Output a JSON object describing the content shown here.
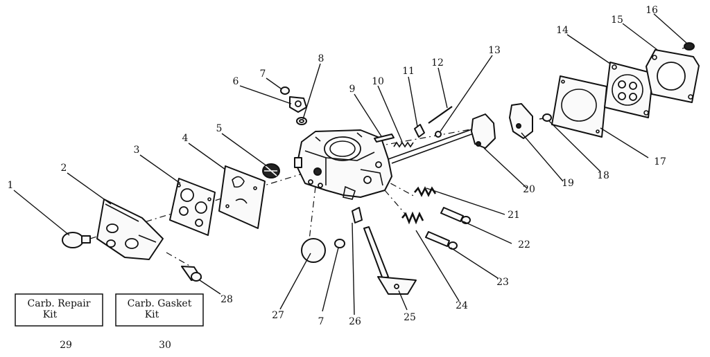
{
  "callouts": {
    "n1": "1",
    "n2": "2",
    "n3": "3",
    "n4": "4",
    "n5": "5",
    "n6": "6",
    "n7a": "7",
    "n7b": "7",
    "n8": "8",
    "n9": "9",
    "n10": "10",
    "n11": "11",
    "n12": "12",
    "n13": "13",
    "n14": "14",
    "n15": "15",
    "n16": "16",
    "n17": "17",
    "n18": "18",
    "n19": "19",
    "n20": "20",
    "n21": "21",
    "n22": "22",
    "n23": "23",
    "n24": "24",
    "n25": "25",
    "n26": "26",
    "n27": "27",
    "n28": "28",
    "n29": "29",
    "n30": "30"
  },
  "kits": {
    "repair": {
      "line1": "Carb. Repair",
      "line2": "Kit"
    },
    "gasket": {
      "line1": "Carb. Gasket",
      "line2": "Kit"
    }
  }
}
